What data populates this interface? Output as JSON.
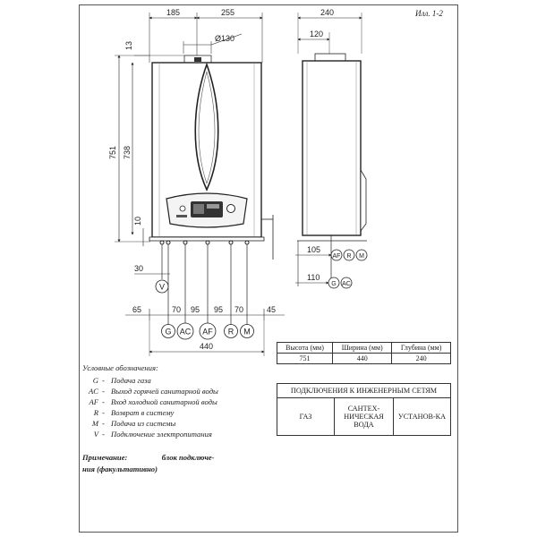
{
  "illustration_label": "Илл. 1-2",
  "dimensions": {
    "top_left_width": "185",
    "top_right_width": "255",
    "flue_diameter": "Ø130",
    "top_offset": "13",
    "height_total": "751",
    "height_body": "738",
    "bottom_offset": "10",
    "side_depth": "240",
    "side_flue_offset": "120",
    "side_105": "105",
    "side_110": "110",
    "gas_offset": "30",
    "pitch_65": "65",
    "pitch_70a": "70",
    "pitch_95a": "95",
    "pitch_95b": "95",
    "pitch_70b": "70",
    "pitch_45": "45",
    "bottom_width": "440"
  },
  "connectors_front": [
    "G",
    "AC",
    "AF",
    "R",
    "M"
  ],
  "connector_v": "V",
  "connectors_side_top": [
    "AF",
    "R",
    "M"
  ],
  "connectors_side_bottom": [
    "G",
    "AC"
  ],
  "legend": {
    "title": "Условные обозначения:",
    "items": [
      {
        "code": "G",
        "text": "Подача газа"
      },
      {
        "code": "AC",
        "text": "Выход горячей санитарной воды"
      },
      {
        "code": "AF",
        "text": "Вход холодной санитарной воды"
      },
      {
        "code": "R",
        "text": "Возврат в систему"
      },
      {
        "code": "M",
        "text": "Подача из системы"
      },
      {
        "code": "V",
        "text": "Подключение электропитания"
      }
    ]
  },
  "note": {
    "label": "Примечание:",
    "text1": "блок подключе-",
    "text2": "ния (факультативно)"
  },
  "spec_table": {
    "headers": [
      "Высота (мм)",
      "Ширина (мм)",
      "Глубина (мм)"
    ],
    "values": [
      "751",
      "440",
      "240"
    ]
  },
  "connections_table": {
    "title": "ПОДКЛЮЧЕНИЯ К ИНЖЕНЕРНЫМ СЕТЯМ",
    "cols": [
      "ГАЗ",
      "САНТЕХ-НИЧЕСКАЯ ВОДА",
      "УСТАНОВ-КА"
    ]
  }
}
